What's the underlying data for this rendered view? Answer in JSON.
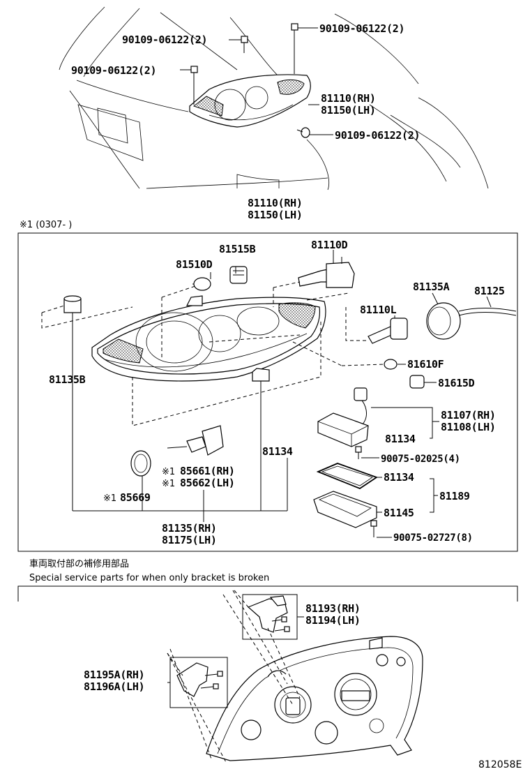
{
  "top_assembly": {
    "bolt_a": "90109-06122(2)",
    "bolt_b": "90109-06122(2)",
    "bolt_c": "90109-06122(2)",
    "bolt_d": "90109-06122(2)",
    "lamp_rh": "81110(RH)",
    "lamp_lh": "81150(LH)"
  },
  "main_box": {
    "title_rh": "81110(RH)",
    "title_lh": "81150(LH)",
    "footnote": "※1 (0307-      )",
    "parts": {
      "p81515b": "81515B",
      "p81110d": "81110D",
      "p81510d": "81510D",
      "p81135a": "81135A",
      "p81125": "81125",
      "p81110l": "81110L",
      "p81135b": "81135B",
      "p81610f": "81610F",
      "p81615d": "81615D",
      "p81107": "81107(RH)",
      "p81108": "81108(LH)",
      "p81134_top": "81134",
      "p81134_mid": "81134",
      "p90075_a": "90075-02025(4)",
      "p85661": "85661(RH)",
      "p85662": "85662(LH)",
      "mark1": "※1",
      "mark2": "※1",
      "mark3": "※1",
      "p85669": "85669",
      "p81134_gasket": "81134",
      "p81189": "81189",
      "p81145": "81145",
      "p81135": "81135(RH)",
      "p81175": "81175(LH)",
      "p90075_b": "90075-02727(8)"
    }
  },
  "service_section": {
    "title_jp": "車両取付部の補修用部品",
    "title_en": "Special service parts for when only bracket is broken",
    "p81193": "81193(RH)",
    "p81194": "81194(LH)",
    "p81195a": "81195A(RH)",
    "p81196a": "81196A(LH)"
  },
  "figure_code": "812058E"
}
